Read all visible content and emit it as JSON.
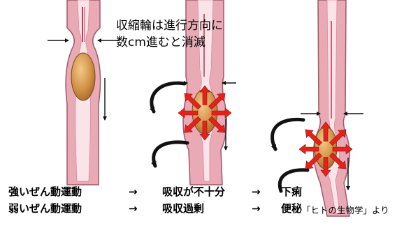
{
  "annotation": {
    "line1": "収縮輪は進行方向に",
    "line2": "数cm進むと消滅"
  },
  "rows": [
    {
      "motion": "強いぜん動運動",
      "arrow1": "→",
      "absorption": "吸収が不十分",
      "arrow2": "→",
      "result": "下痢"
    },
    {
      "motion": "弱いぜん動運動",
      "arrow1": "→",
      "absorption": "吸収過剰",
      "arrow2": "→",
      "result": "便秘"
    }
  ],
  "source": "「ヒトの生物学」より",
  "colors": {
    "intestine_wall": "#e9a9b5",
    "intestine_lumen": "#fbe4e8",
    "contents": "#c98a3f",
    "force_arrows": "#e8201a",
    "swirl_arrows": "#111111"
  }
}
